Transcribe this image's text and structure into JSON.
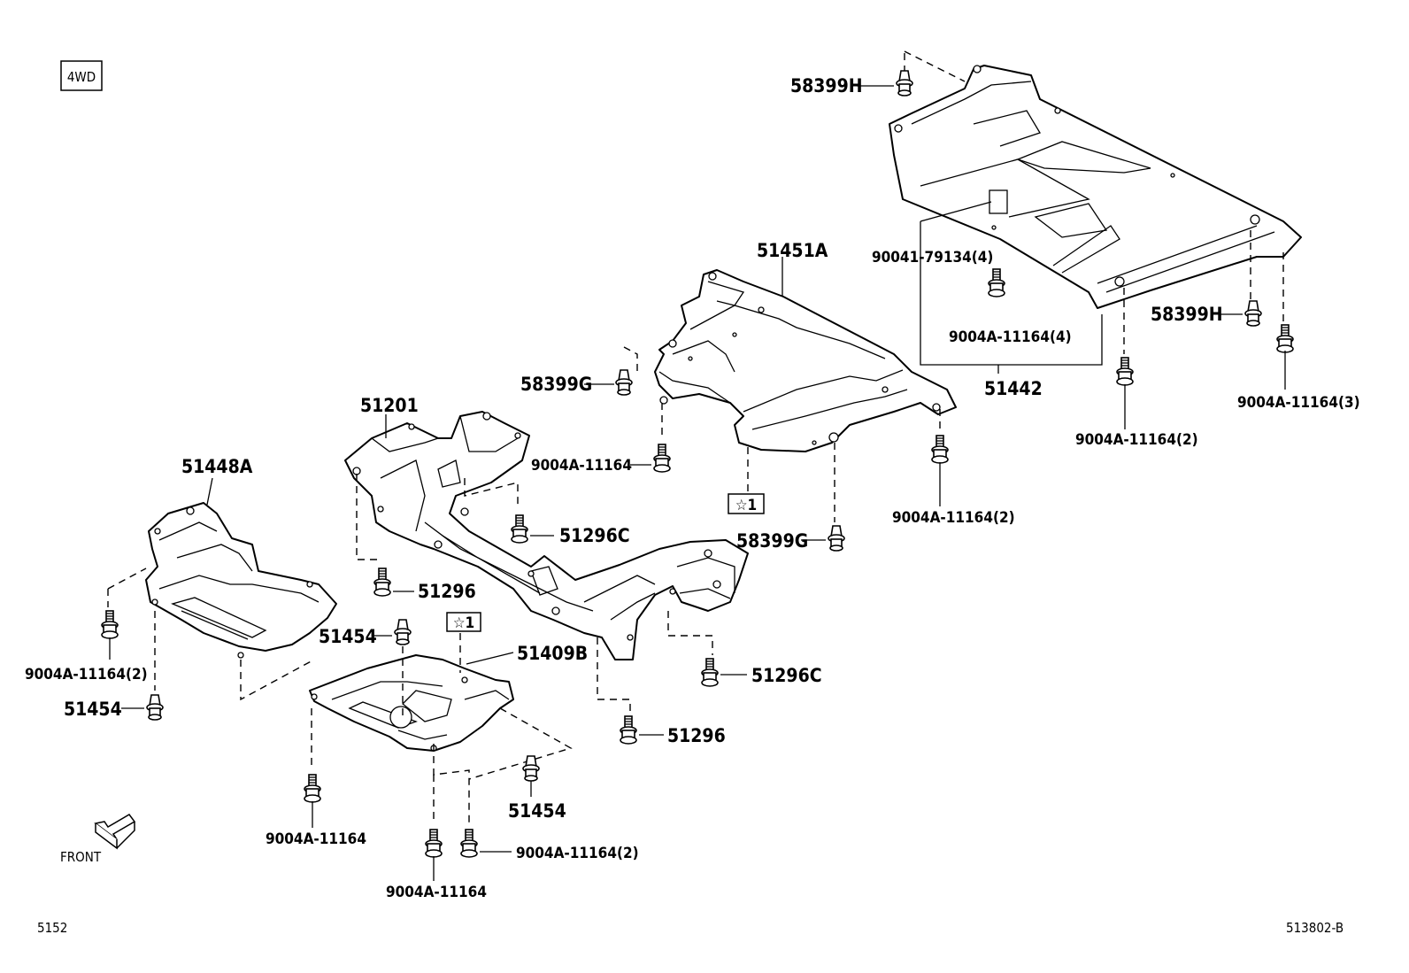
{
  "header": {
    "variant_box": "4WD"
  },
  "parts": {
    "p58399H_top": "58399H",
    "p51451A": "51451A",
    "p90041": "90041-79134(4)",
    "p9004A_4": "9004A-11164(4)",
    "p51442": "51442",
    "p58399H_right": "58399H",
    "p9004A_3": "9004A-11164(3)",
    "p9004A_2_right": "9004A-11164(2)",
    "p58399G_top": "58399G",
    "p51201": "51201",
    "p9004A_mid": "9004A-11164",
    "star1_a": "☆1",
    "p9004A_2_mid": "9004A-11164(2)",
    "p58399G_bottom": "58399G",
    "p51296C_top": "51296C",
    "p51448A": "51448A",
    "p51296_left": "51296",
    "p51454_a": "51454",
    "star1_b": "☆1",
    "p51409B": "51409B",
    "p51296C_bottom": "51296C",
    "p9004A_2_left": "9004A-11164(2)",
    "p51454_b": "51454",
    "p51296_bottom": "51296",
    "p51454_c": "51454",
    "p9004A_bl": "9004A-11164",
    "p9004A_2_bc": "9004A-11164(2)",
    "p9004A_bc": "9004A-11164"
  },
  "footer": {
    "front_label": "FRONT",
    "page_code": "5152",
    "diagram_code": "513802-B"
  },
  "icons": [
    "front-arrow-icon"
  ]
}
